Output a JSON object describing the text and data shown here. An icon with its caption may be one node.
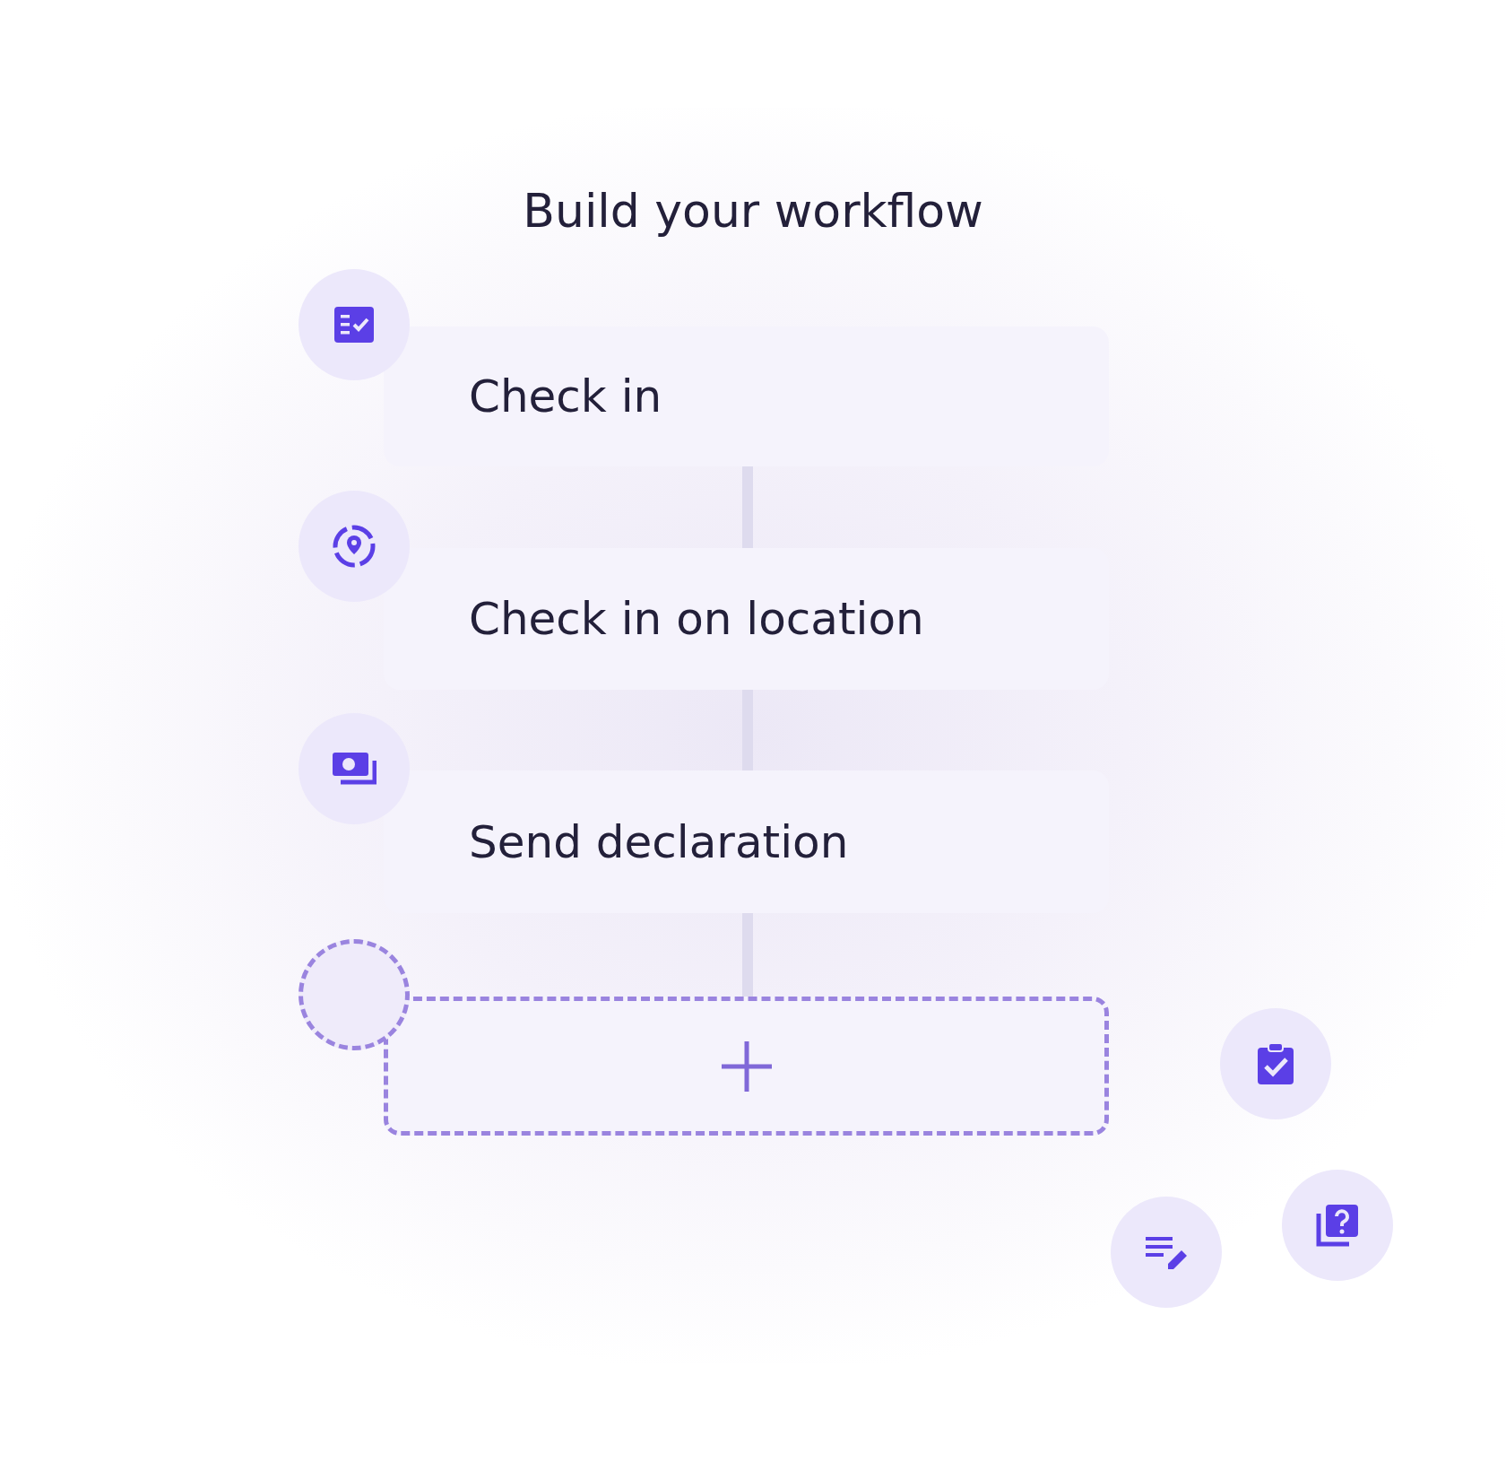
{
  "diagram": {
    "title": "Build your workflow",
    "nodes": [
      {
        "text": [
          "Check in"
        ]
      },
      {
        "text": [
          "Check in on location"
        ]
      },
      {
        "text": [
          "Send declaration"
        ]
      },
      {
        "text": [],
        "shape": "box"
      }
    ],
    "edges": [
      {
        "from": 0,
        "to": 1,
        "arrow": "none"
      },
      {
        "from": 1,
        "to": 2,
        "arrow": "none"
      },
      {
        "from": 2,
        "to": 3,
        "arrow": "none"
      }
    ]
  }
}
